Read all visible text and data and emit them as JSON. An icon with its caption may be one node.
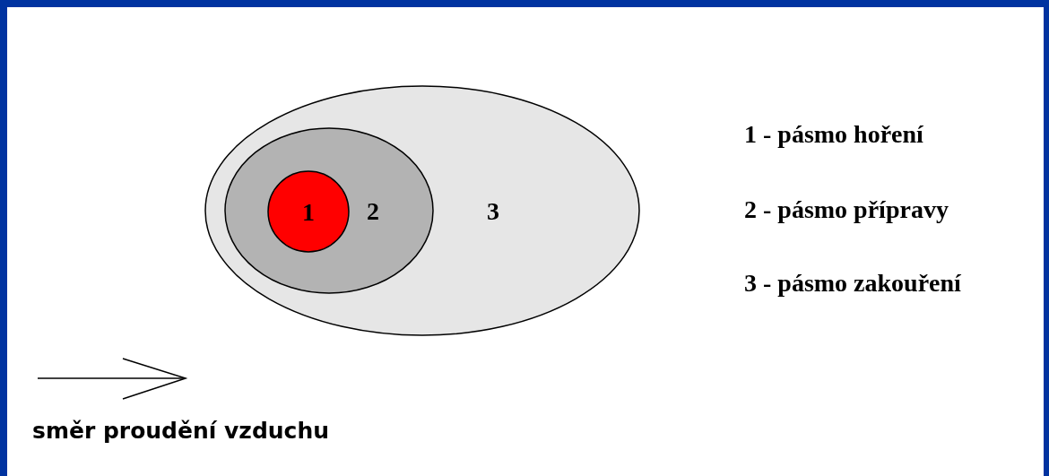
{
  "diagram": {
    "nodes": [
      {
        "text": [
          "3"
        ]
      },
      {
        "text": [
          "2"
        ],
        "in": 0
      },
      {
        "text": [
          "1"
        ],
        "in": 1
      }
    ],
    "labels": [
      "1 - pásmo hoření",
      "2 - pásmo přípravy",
      "3 - pásmo zakouření",
      "směr proudění vzduchu"
    ]
  }
}
